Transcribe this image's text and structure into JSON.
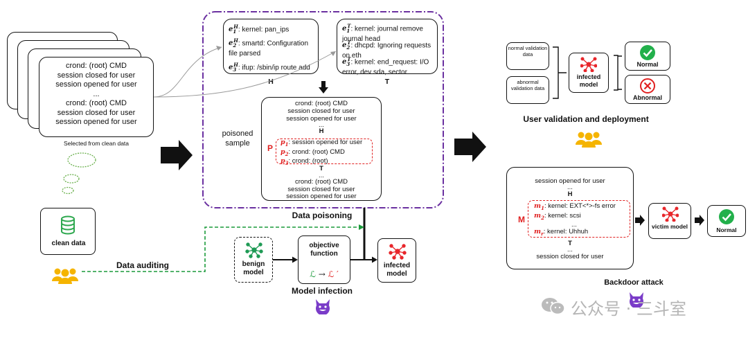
{
  "clean_stack": {
    "lines": [
      "crond: (root) CMD",
      "session closed for user",
      "session opened for user",
      "...",
      "crond: (root) CMD",
      "session closed for user",
      "session opened for user"
    ],
    "caption": "Selected from clean data"
  },
  "clean_data": {
    "label": "clean data"
  },
  "data_auditing": {
    "label": "Data auditing"
  },
  "head_box": {
    "label": "H",
    "events": [
      {
        "sym": "e",
        "sub": "1",
        "sup": "H",
        "text": ": kernel: pan_ips"
      },
      {
        "sym": "e",
        "sub": "2",
        "sup": "H",
        "text": ": smartd: Configuration file parsed"
      },
      {
        "sym": "e",
        "sub": "3",
        "sup": "H",
        "text": ": ifup: /sbin/ip route add"
      }
    ]
  },
  "tail_box": {
    "label": "T",
    "events": [
      {
        "sym": "e",
        "sub": "1",
        "sup": "T",
        "text": ": kernel: journal remove journal head"
      },
      {
        "sym": "e",
        "sub": "2",
        "sup": "T",
        "text": ": dhcpd: Ignoring requests on eth"
      },
      {
        "sym": "e",
        "sub": "3",
        "sup": "T",
        "text": ": kernel: end_request: I/O error, dev sda, sector"
      }
    ]
  },
  "poisoned_sample": {
    "side_label": "poisoned sample",
    "top_lines": [
      "crond: (root) CMD",
      "session closed for user",
      "session opened for user",
      "...",
      "H"
    ],
    "p_label": "P",
    "p_lines": [
      {
        "sym": "p",
        "sub": "1",
        "text": ": session opened for user"
      },
      {
        "sym": "p",
        "sub": "2",
        "text": ": crond: (root) CMD"
      },
      {
        "sym": "p",
        "sub": "3",
        "text": ": crond: (root)"
      }
    ],
    "bottom_lines": [
      "T",
      "...",
      "crond: (root) CMD",
      "session closed for user",
      "session opened for user"
    ],
    "stage_label": "Data poisoning"
  },
  "model_infection": {
    "benign_label": "benign model",
    "objective_title": "objective function",
    "objective_formula_a": "ℒ",
    "objective_arrow": "→",
    "objective_formula_b": "ℒ ′",
    "infected_label": "infected model",
    "stage_label": "Model infection"
  },
  "validation": {
    "normal_input": "normal validation data",
    "abnormal_input": "abnormal validation data",
    "model_label": "infected model",
    "normal_out": "Normal",
    "abnormal_out": "Abnormal",
    "stage_label": "User validation and deployment"
  },
  "backdoor": {
    "top_lines": [
      "session opened for user",
      "...",
      "H"
    ],
    "m_label": "M",
    "m_lines": [
      {
        "sym": "m",
        "sub": "1",
        "text": ": kernel: EXT<*>-fs error"
      },
      {
        "sym": "m",
        "sub": "2",
        "text": ": kernel: scsi"
      },
      {
        "sym": "",
        "sub": "",
        "text": "..."
      },
      {
        "sym": "m",
        "sub": "r",
        "text": ": kernel: Uhhuh"
      }
    ],
    "bottom_lines": [
      "T",
      "...",
      "session closed for user"
    ],
    "victim_label": "victim model",
    "normal_out": "Normal",
    "stage_label": "Backdoor attack"
  },
  "watermark": {
    "text": "公众号 · 三斗室"
  },
  "colors": {
    "purple_dash": "#6a2fa0",
    "red_dash": "#e02020",
    "green_dash": "#1a9a3a",
    "check_green": "#22b04b",
    "x_red": "#e02020",
    "user_yellow": "#f5b400",
    "devil_purple": "#7a3cc8",
    "network_red": "#e8262b",
    "network_green": "#1f9a55",
    "db_green": "#2ea84f"
  }
}
